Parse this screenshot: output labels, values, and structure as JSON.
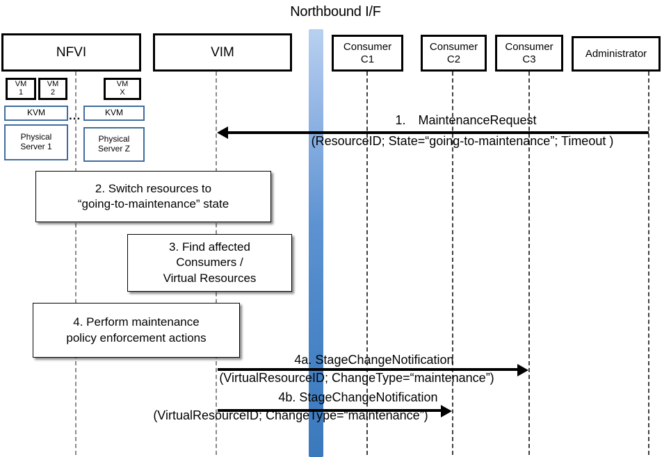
{
  "diagram": {
    "title": "Northbound I/F",
    "type": "sequence-diagram"
  },
  "actors": [
    {
      "id": "nfvi",
      "label": "NFVI"
    },
    {
      "id": "vim",
      "label": "VIM"
    },
    {
      "id": "c1",
      "label": "Consumer\nC1"
    },
    {
      "id": "c2",
      "label": "Consumer\nC2"
    },
    {
      "id": "c3",
      "label": "Consumer\nC3"
    },
    {
      "id": "admin",
      "label": "Administrator"
    }
  ],
  "nfvi_stack": {
    "vms": [
      {
        "label": "VM\n1"
      },
      {
        "label": "VM\n2"
      },
      {
        "label": "VM\nX"
      }
    ],
    "hypervisors": [
      {
        "label": "KVM"
      },
      {
        "label": "KVM"
      }
    ],
    "servers": [
      {
        "label": "Physical\nServer 1"
      },
      {
        "label": "Physical\nServer Z"
      }
    ],
    "ellipsis": "..."
  },
  "notes": [
    {
      "id": "note2",
      "text": "2. Switch resources to\n“going-to-maintenance” state"
    },
    {
      "id": "note3",
      "text": "3. Find affected\nConsumers /\nVirtual Resources"
    },
    {
      "id": "note4",
      "text": "4. Perform maintenance\npolicy enforcement actions"
    }
  ],
  "messages": [
    {
      "id": "msg1",
      "name": "1. MaintenanceRequest",
      "params": "(ResourceID; State=“going-to-maintenance”; Timeout )",
      "from": "admin",
      "to": "vim",
      "direction": "left"
    },
    {
      "id": "msg4a",
      "name": "4a. StageChangeNotification",
      "params": "(VirtualResourceID; ChangeType=“maintenance”)",
      "from": "vim",
      "to": "c3",
      "direction": "right"
    },
    {
      "id": "msg4b",
      "name": "4b. StageChangeNotification",
      "params": "(VirtualResourceID; ChangeType=“maintenance”)",
      "from": "vim",
      "to": "c2",
      "direction": "right"
    }
  ],
  "colors": {
    "nb_bar_top": "#aac8ee",
    "nb_bar_mid": "#4a86c8",
    "nb_bar_bottom": "#3b79bd",
    "blue_box_border": "#3f6c9e",
    "actor_border": "#000000",
    "lifeline": "#8a8a8a",
    "arrow": "#000000"
  }
}
